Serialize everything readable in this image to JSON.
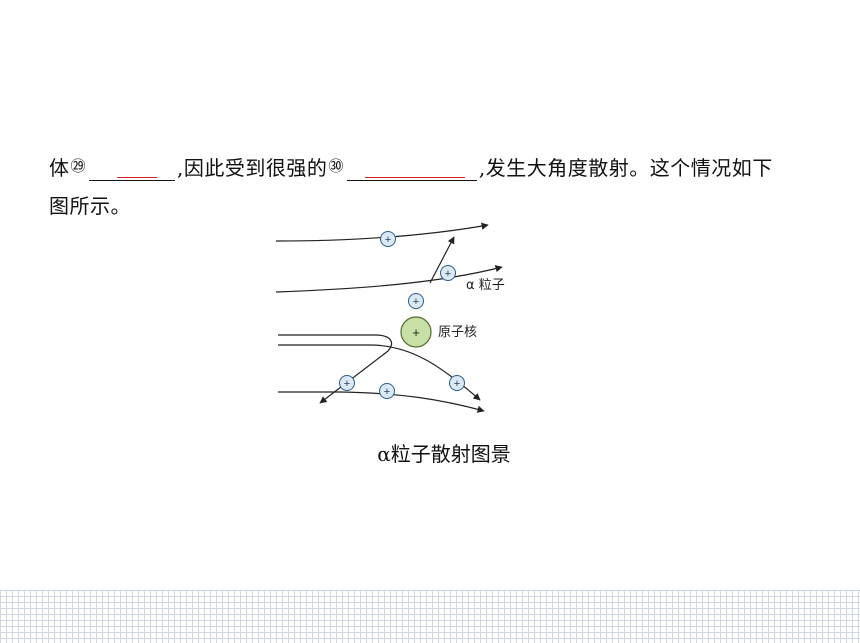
{
  "question_text": {
    "part1": "体",
    "marker_29": "㉙",
    "part2": ",因此受到很强的",
    "marker_30": "㉚",
    "part3": ",发生大角度散射。这个情况如下",
    "line2": "图所示。"
  },
  "figure": {
    "label_alpha": "α 粒子",
    "label_nucleus": "原子核",
    "particle_symbol": "+",
    "nucleus_symbol": "+",
    "caption": "α粒子散射图景"
  },
  "colors": {
    "text": "#111111",
    "blank_red_mark": "#d42020",
    "particle_fill": "#dbe9f6",
    "particle_stroke": "#2a5b8a",
    "nucleus_fill": "#c8e0a4",
    "nucleus_stroke": "#4f6b2e",
    "trajectory": "#222222",
    "grid_line": "#cfd8e2"
  }
}
